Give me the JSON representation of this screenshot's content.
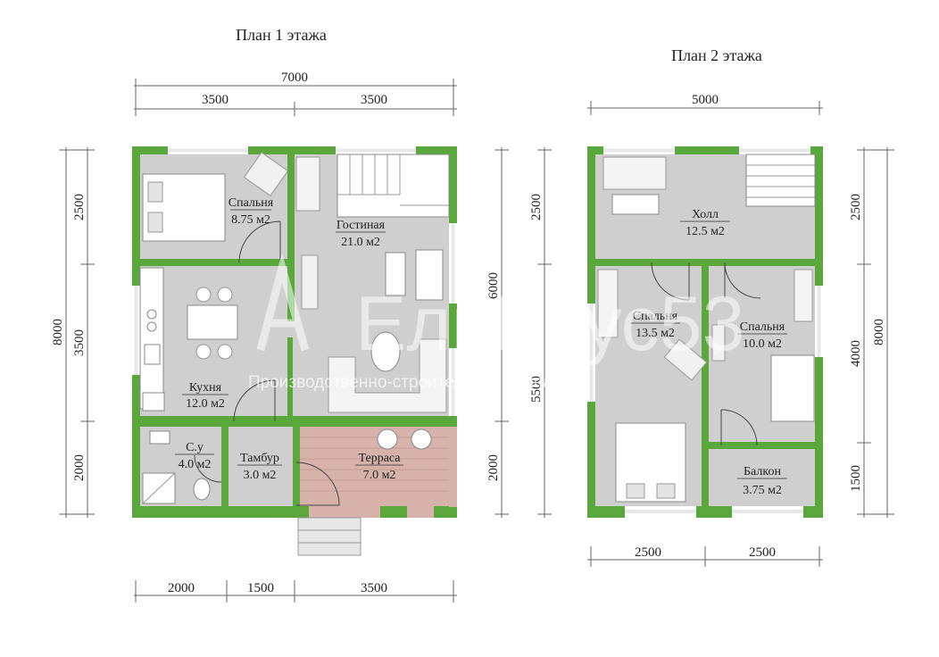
{
  "floor1": {
    "title": "План 1 этажа",
    "dims_top": [
      "7000",
      "3500",
      "3500"
    ],
    "dims_bottom": [
      "2000",
      "1500",
      "3500"
    ],
    "dims_left": [
      "8000",
      "2500",
      "3500",
      "2000"
    ],
    "dims_right": [
      "6000",
      "2000"
    ],
    "rooms": {
      "bedroom": {
        "name": "Спальня",
        "area": "8.75 м2"
      },
      "living": {
        "name": "Гостиная",
        "area": "21.0 м2"
      },
      "kitchen": {
        "name": "Кухня",
        "area": "12.0 м2"
      },
      "wc": {
        "name": "С.у",
        "area": "4.0 м2"
      },
      "vestibule": {
        "name": "Тамбур",
        "area": "3.0 м2"
      },
      "terrace": {
        "name": "Терраса",
        "area": "7.0 м2"
      }
    }
  },
  "floor2": {
    "title": "План 2 этажа",
    "dims_top": [
      "5000"
    ],
    "dims_bottom": [
      "2500",
      "2500"
    ],
    "dims_left": [
      "2500",
      "5500"
    ],
    "dims_right": [
      "2500",
      "8000",
      "4000",
      "1500"
    ],
    "rooms": {
      "hall": {
        "name": "Холл",
        "area": "12.5 м2"
      },
      "bedroom_left": {
        "name": "Спальня",
        "area": "13.5 м2"
      },
      "bedroom_right": {
        "name": "Спальня",
        "area": "10.0 м2"
      },
      "balcony": {
        "name": "Балкон",
        "area": "3.75 м2"
      }
    }
  },
  "watermark": {
    "brand": "ЕльБрус53",
    "tagline": "Производственно-строительная компания"
  },
  "colors": {
    "wall": "#5aa73c",
    "floor": "#cfcfcf",
    "deck": "#d6b2aa"
  }
}
